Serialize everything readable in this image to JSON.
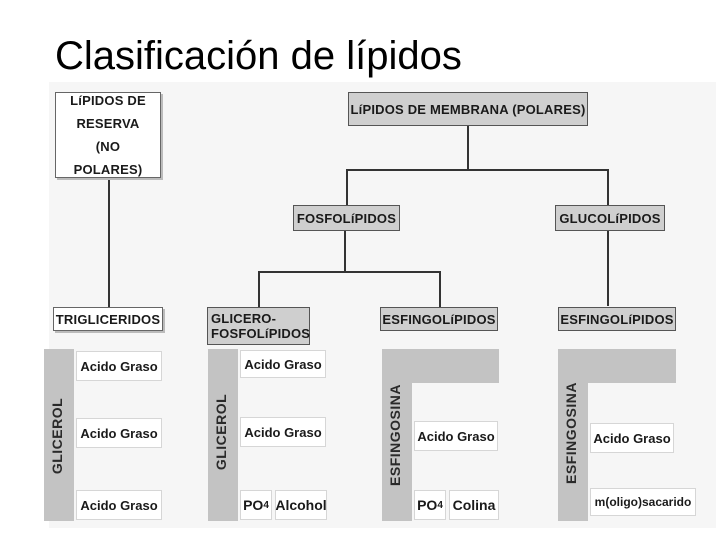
{
  "title": "Clasificación de lípidos",
  "nodes": {
    "reserva": "LíPIDOS DE RESERVA (NO POLARES)",
    "membrana": "LíPIDOS DE MEMBRANA (POLARES)",
    "fosfolipidos": "FOSFOLíPIDOS",
    "glucolipidos": "GLUCOLíPIDOS",
    "trigliceridos": "TRIGLICERIDOS",
    "glicerofosfolipidos": "GLICERO- FOSFOLíPIDOS",
    "esfingolipidos_fosfo": "ESFINGOLíPIDOS",
    "esfingolipidos_gluco": "ESFINGOLíPIDOS"
  },
  "structures": {
    "trigliceridos": {
      "backbone": "GLICEROL",
      "parts": [
        "Acido Graso",
        "Acido Graso",
        "Acido Graso"
      ]
    },
    "glicerofosfolipidos": {
      "backbone": "GLICEROL",
      "parts": [
        "Acido Graso",
        "Acido Graso"
      ],
      "po4": "PO",
      "po4_sub": "4",
      "alcohol": "Alcohol"
    },
    "esfingolipidos_fosfo": {
      "backbone": "ESFINGOSINA",
      "parts": [
        "Acido Graso"
      ],
      "po4": "PO",
      "po4_sub": "4",
      "head": "Colina"
    },
    "esfingolipidos_gluco": {
      "backbone": "ESFINGOSINA",
      "parts": [
        "Acido Graso"
      ],
      "head": "m(oligo)sacarido"
    }
  }
}
